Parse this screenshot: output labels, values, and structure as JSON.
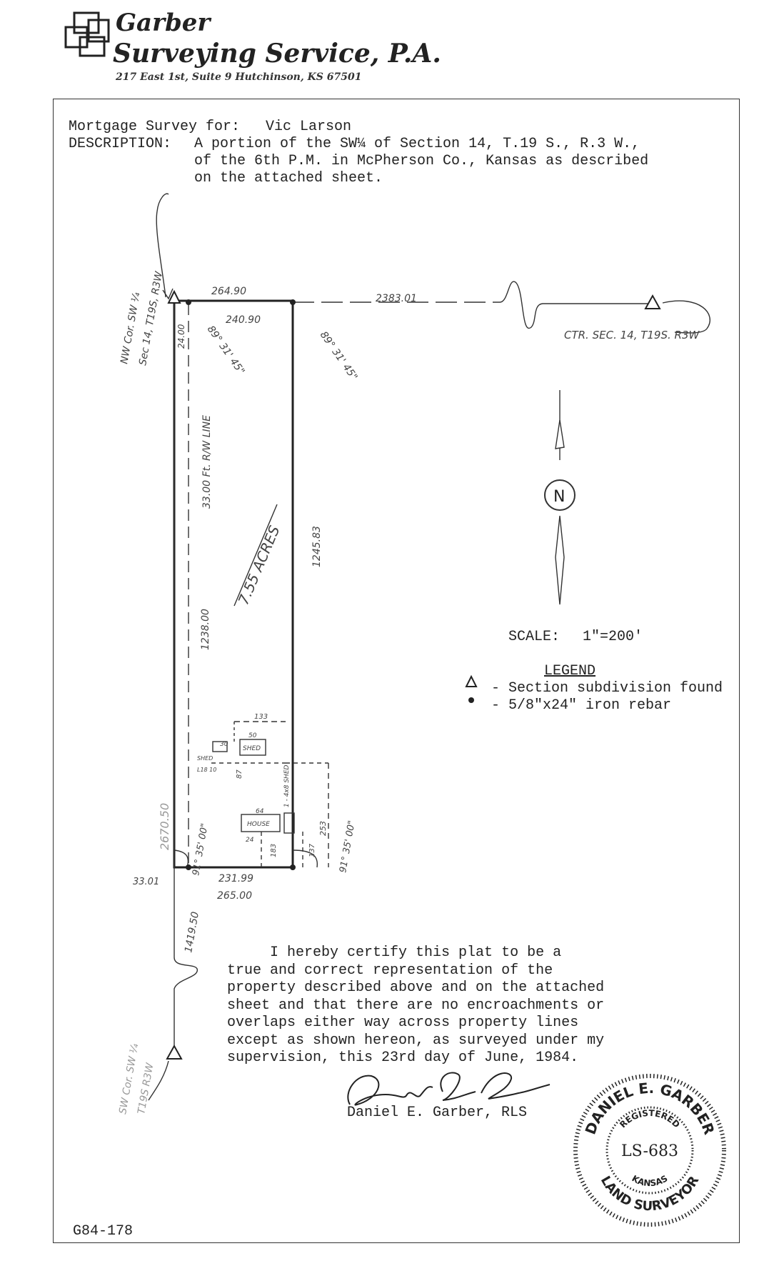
{
  "firm": {
    "name_line1": "Garber",
    "name_line2": "Surveying Service, P.A.",
    "address": "217 East 1st, Suite 9  Hutchinson, KS 67501"
  },
  "header": {
    "line1_label": "Mortgage Survey for:",
    "client": "Vic Larson",
    "description_label": "DESCRIPTION:",
    "description_lines": [
      "A portion of the SW¼ of Section 14, T.19 S., R.3 W.,",
      "of the 6th P.M. in McPherson Co., Kansas as described",
      "on the attached sheet."
    ]
  },
  "plat": {
    "nw_corner_note": [
      "NW Cor. SW ¼",
      "Sec 14, T19S, R3W"
    ],
    "ctr_sec_note": "CTR. SEC. 14, T19S. R3W",
    "sw_corner_note": [
      "SW Cor. SW ¼",
      "T19S R3W"
    ],
    "dims": {
      "top_outer": "264.90",
      "top_inner": "240.90",
      "to_center": "2383.01",
      "north_offset": "24.00",
      "bearing_top_left": "89° 31' 45\"",
      "bearing_top_right": "89° 31' 45\"",
      "row_line": "33.00 Ft. R/W LINE",
      "acres": "7.55 ACRES",
      "west_inner": "1238.00",
      "east_side": "1245.83",
      "west_outer": "2670.50",
      "south_offset": "33.01",
      "bottom_inner": "231.99",
      "bottom_outer": "265.00",
      "south_ext": "1419.50",
      "angle_sw": "91° 35' 00\"",
      "angle_se": "91° 35' 00\"",
      "house_offset": "133",
      "shed_dim": "30",
      "shed2_dim": "50",
      "shed_label": "SHED",
      "shed_small": "SHED",
      "shed_size": "L18 10",
      "shed_4x8": "1 - 4x8 SHED",
      "house_label": "HOUSE",
      "house_w": "24",
      "house_d1": "64",
      "dist_253": "253",
      "dist_183": "183",
      "dist_137": "137",
      "dist_87": "87"
    },
    "north_label": "N"
  },
  "scale": {
    "label": "SCALE:",
    "value": "1\"=200'"
  },
  "legend": {
    "title": "LEGEND",
    "items": [
      {
        "symbol": "triangle",
        "text": "- Section subdivision found"
      },
      {
        "symbol": "dot",
        "text": "- 5/8\"x24\" iron rebar"
      }
    ]
  },
  "certification": {
    "lines": [
      "     I hereby certify this plat to be a",
      "true and correct representation of the",
      "property described above and on the attached",
      "sheet and that there are no encroachments or",
      "overlaps either way across property lines",
      "except as shown hereon, as surveyed under my",
      "supervision, this 23rd day of June, 1984."
    ],
    "signer": "Daniel E. Garber, RLS"
  },
  "seal": {
    "top_text": "DANIEL E. GARBER",
    "inner_top": "REGISTERED",
    "number": "LS-683",
    "inner_bottom": "KANSAS",
    "bottom_text": "LAND SURVEYOR"
  },
  "drawing_number": "G84-178"
}
